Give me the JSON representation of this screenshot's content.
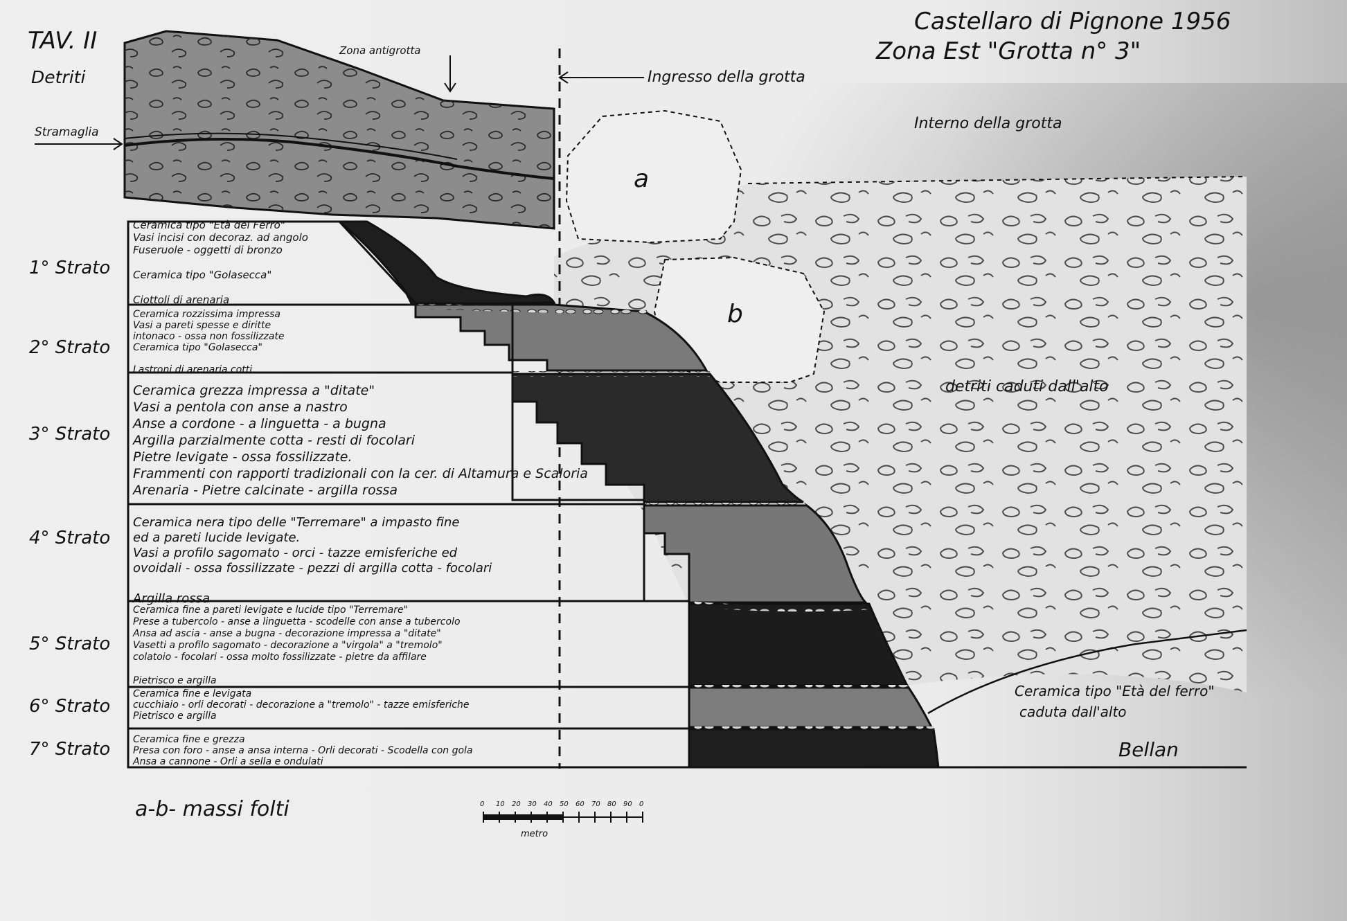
{
  "header": {
    "plate": "TAV. II",
    "site_title": "Castellaro di Pignone 1956",
    "zone_title": "Zona Est \"Grotta n° 3\""
  },
  "labels": {
    "detriti": "Detriti",
    "stramaglia": "Stramaglia",
    "zona_antigrotta": "Zona antigrotta",
    "ingresso": "Ingresso della grotta",
    "interno": "Interno della grotta",
    "detriti_caduti": "detriti caduti dall'alto",
    "ceramica_caduta_1": "Ceramica tipo \"Età del ferro\"",
    "ceramica_caduta_2": "caduta dall'alto",
    "massi_a": "a",
    "massi_b": "b",
    "legend": "a-b- massi folti",
    "signature": "Bellan"
  },
  "scale": {
    "ticks": [
      "0",
      "10",
      "20",
      "30",
      "40",
      "50",
      "60",
      "70",
      "80",
      "90",
      "0"
    ],
    "unit": "metro"
  },
  "strata": [
    {
      "name": "1° Strato",
      "lines": [
        "Ceramica tipo \"Età del Ferro\"",
        "Vasi incisi con decoraz. ad angolo",
        "Fuseruole - oggetti di bronzo",
        "",
        "Ceramica tipo \"Golasecca\"",
        "",
        "Ciottoli di arenaria"
      ]
    },
    {
      "name": "2° Strato",
      "lines": [
        "Ceramica rozzissima impressa",
        "Vasi a pareti spesse e diritte",
        "intonaco - ossa non fossilizzate",
        "Ceramica tipo \"Golasecca\"",
        "",
        "Lastroni di arenaria cotti"
      ]
    },
    {
      "name": "3° Strato",
      "lines": [
        "Ceramica grezza impressa a \"ditate\"",
        "Vasi a pentola con anse a nastro",
        "Anse a cordone - a linguetta - a bugna",
        "Argilla parzialmente cotta - resti di focolari",
        "Pietre levigate - ossa fossilizzate.",
        "Frammenti con rapporti tradizionali con la cer. di Altamura e Scaloria",
        "Arenaria - Pietre calcinate - argilla rossa"
      ]
    },
    {
      "name": "4° Strato",
      "lines": [
        "Ceramica nera tipo delle \"Terremare\" a impasto fine",
        "ed a pareti lucide levigate.",
        "Vasi a profilo sagomato - orci - tazze emisferiche ed",
        "ovoidali - ossa fossilizzate - pezzi di argilla cotta - focolari",
        "",
        "Argilla rossa"
      ]
    },
    {
      "name": "5° Strato",
      "lines": [
        "Ceramica fine a pareti levigate e lucide tipo \"Terremare\"",
        "Prese a tubercolo - anse a linguetta - scodelle con anse a tubercolo",
        "Ansa ad ascia - anse a bugna - decorazione impressa a \"ditate\"",
        "Vasetti a profilo sagomato - decorazione a \"virgola\" a \"tremolo\"",
        "colatoio - focolari - ossa molto fossilizzate - pietre da affilare",
        "",
        "Pietrisco e argilla"
      ]
    },
    {
      "name": "6° Strato",
      "lines": [
        "Ceramica fine e levigata",
        "cucchiaio - orli decorati - decorazione a \"tremolo\" - tazze emisferiche",
        "Pietrisco e argilla"
      ]
    },
    {
      "name": "7° Strato",
      "lines": [
        "Ceramica fine e grezza",
        "Presa con foro - anse a ansa interna - Orli decorati - Scodella con gola",
        "Ansa a cannone - Orli a sella e ondulati"
      ]
    }
  ]
}
